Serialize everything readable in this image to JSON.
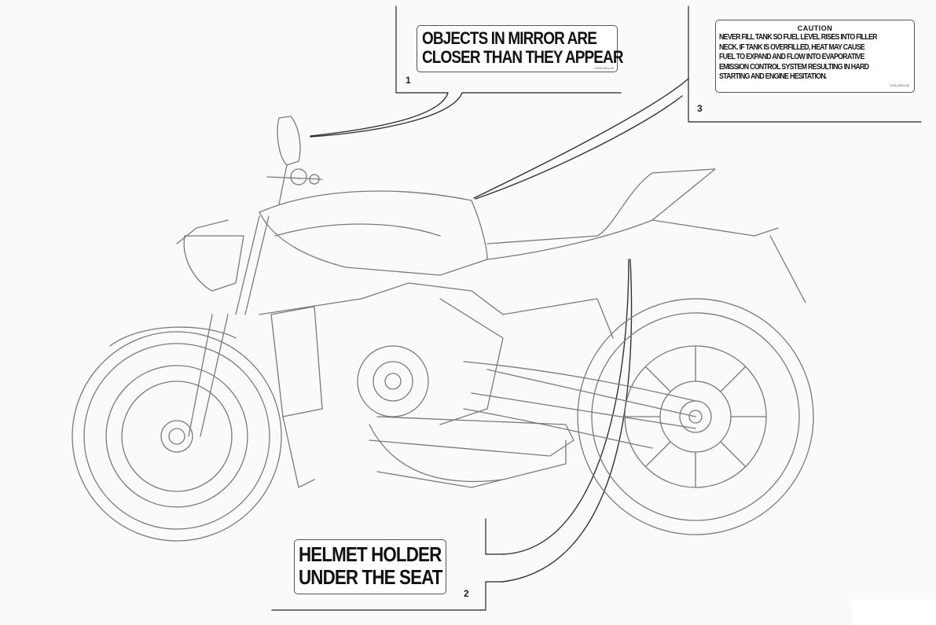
{
  "diagram": {
    "subject": "motorcycle-side-view-line-drawing",
    "line_color": "#7a7a7a",
    "callouts": [
      {
        "number": "1",
        "lines": [
          "OBJECTS IN MIRROR ARE",
          "CLOSER THAN THEY APPEAR"
        ],
        "part_code": "CHA-0001-00"
      },
      {
        "number": "2",
        "lines": [
          "HELMET HOLDER",
          "UNDER THE SEAT"
        ]
      },
      {
        "number": "3",
        "title": "CAUTION",
        "lines": [
          "NEVER FILL TANK SO FUEL LEVEL RISES INTO FILLER",
          "NECK. IF TANK IS OVERFILLED, HEAT MAY CAUSE",
          "FUEL TO EXPAND AND FLOW INTO EVAPORATIVE",
          "EMISSION CONTROL SYSTEM RESULTING IN HARD",
          "STARTING AND ENGINE HESITATION."
        ],
        "part_code": "CHA-0001-00"
      }
    ]
  }
}
